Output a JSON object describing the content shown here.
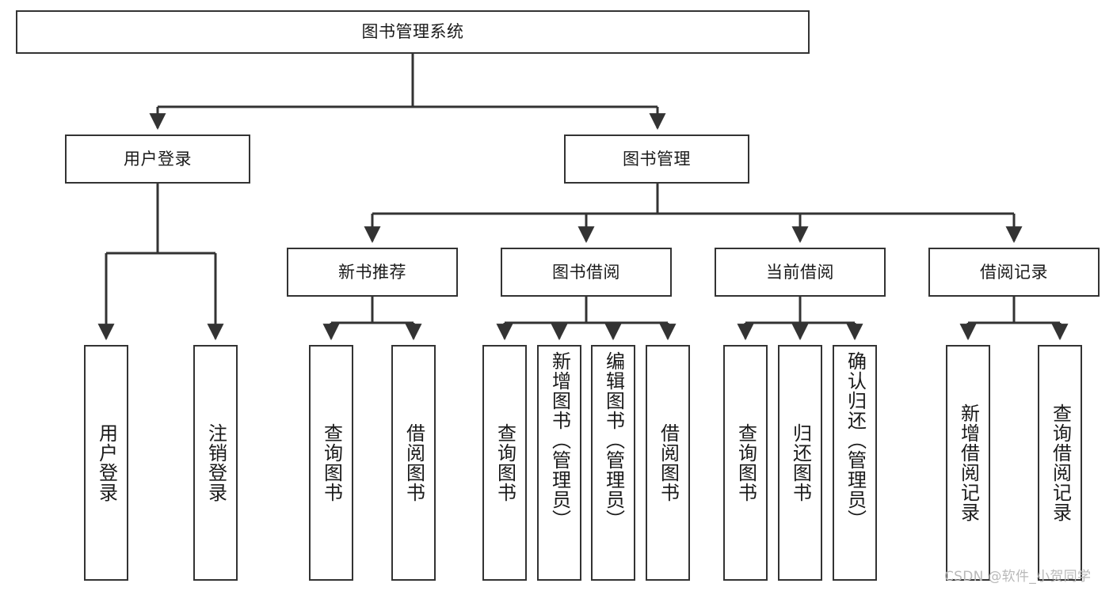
{
  "diagram": {
    "title": "图书管理系统",
    "type": "tree-hierarchy-diagram",
    "colors": {
      "box_border": "#333333",
      "box_fill": "#ffffff",
      "connector": "#333333",
      "watermark": "#b9b9b9",
      "background": "#ffffff"
    },
    "root": {
      "label": "图书管理系统"
    },
    "level2": [
      {
        "label": "用户登录"
      },
      {
        "label": "图书管理"
      }
    ],
    "level3": [
      {
        "label": "新书推荐"
      },
      {
        "label": "图书借阅"
      },
      {
        "label": "当前借阅"
      },
      {
        "label": "借阅记录"
      }
    ],
    "leaves": {
      "user_login": [
        {
          "label": "用户登录"
        },
        {
          "label": "注销登录"
        }
      ],
      "new_book_recommend": [
        {
          "label": "查询图书"
        },
        {
          "label": "借阅图书"
        }
      ],
      "book_borrow": [
        {
          "label": "查询图书"
        },
        {
          "label": "新增图书（管理员）"
        },
        {
          "label": "编辑图书（管理员）"
        },
        {
          "label": "借阅图书"
        }
      ],
      "current_borrow": [
        {
          "label": "查询图书"
        },
        {
          "label": "归还图书"
        },
        {
          "label": "确认归还（管理员）"
        }
      ],
      "borrow_record": [
        {
          "label": "新增借阅记录"
        },
        {
          "label": "查询借阅记录"
        }
      ]
    }
  },
  "watermark": {
    "text": "CSDN @软件_小贺同学"
  }
}
